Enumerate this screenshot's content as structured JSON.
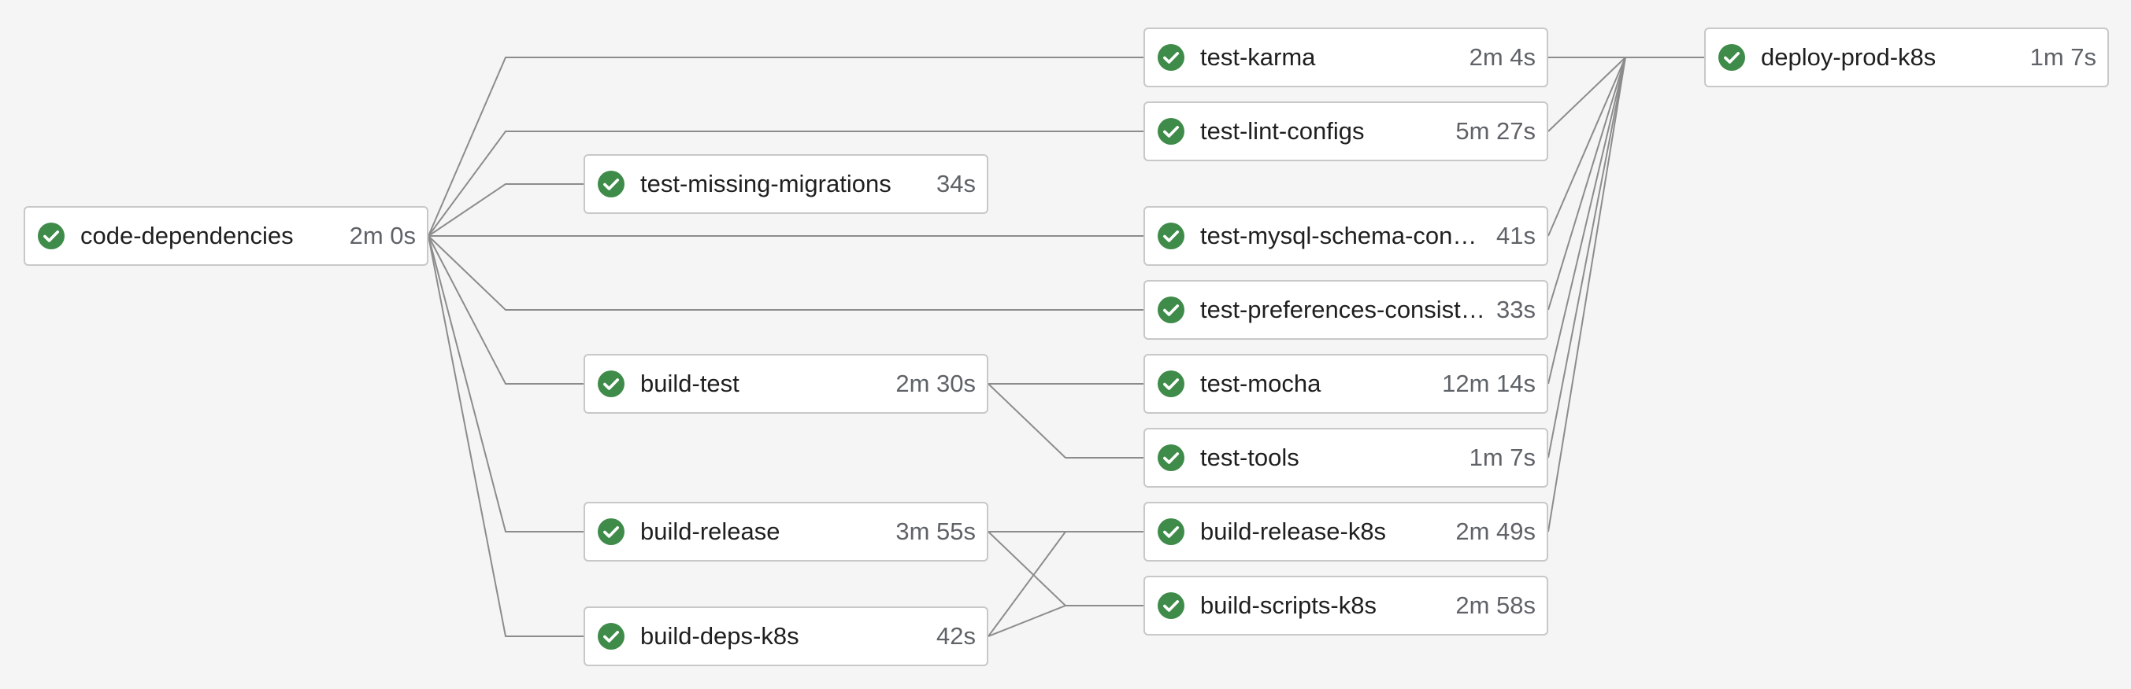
{
  "colors": {
    "success": "#3f8b4a",
    "edge": "#8c8c8c",
    "border": "#c8c8c8",
    "background": "#f5f5f5"
  },
  "status_icon": "check-circle-icon",
  "jobs": {
    "code_dependencies": {
      "name": "code-dependencies",
      "duration": "2m 0s",
      "status": "success"
    },
    "test_missing_migrations": {
      "name": "test-missing-migrations",
      "duration": "34s",
      "status": "success"
    },
    "build_test": {
      "name": "build-test",
      "duration": "2m 30s",
      "status": "success"
    },
    "build_release": {
      "name": "build-release",
      "duration": "3m 55s",
      "status": "success"
    },
    "build_deps_k8s": {
      "name": "build-deps-k8s",
      "duration": "42s",
      "status": "success"
    },
    "test_karma": {
      "name": "test-karma",
      "duration": "2m 4s",
      "status": "success"
    },
    "test_lint_configs": {
      "name": "test-lint-configs",
      "duration": "5m 27s",
      "status": "success"
    },
    "test_mysql_schema": {
      "name": "test-mysql-schema-consi…",
      "duration": "41s",
      "status": "success"
    },
    "test_preferences": {
      "name": "test-preferences-consiste…",
      "duration": "33s",
      "status": "success"
    },
    "test_mocha": {
      "name": "test-mocha",
      "duration": "12m 14s",
      "status": "success"
    },
    "test_tools": {
      "name": "test-tools",
      "duration": "1m 7s",
      "status": "success"
    },
    "build_release_k8s": {
      "name": "build-release-k8s",
      "duration": "2m 49s",
      "status": "success"
    },
    "build_scripts_k8s": {
      "name": "build-scripts-k8s",
      "duration": "2m 58s",
      "status": "success"
    },
    "deploy_prod_k8s": {
      "name": "deploy-prod-k8s",
      "duration": "1m 7s",
      "status": "success"
    }
  },
  "dependencies": [
    [
      "code_dependencies",
      "test_karma"
    ],
    [
      "code_dependencies",
      "test_lint_configs"
    ],
    [
      "code_dependencies",
      "test_missing_migrations"
    ],
    [
      "code_dependencies",
      "test_mysql_schema"
    ],
    [
      "code_dependencies",
      "test_preferences"
    ],
    [
      "code_dependencies",
      "build_test"
    ],
    [
      "code_dependencies",
      "build_release"
    ],
    [
      "code_dependencies",
      "build_deps_k8s"
    ],
    [
      "build_test",
      "test_mocha"
    ],
    [
      "build_test",
      "test_tools"
    ],
    [
      "build_release",
      "build_release_k8s"
    ],
    [
      "build_release",
      "build_scripts_k8s"
    ],
    [
      "build_deps_k8s",
      "build_release_k8s"
    ],
    [
      "build_deps_k8s",
      "build_scripts_k8s"
    ],
    [
      "test_karma",
      "deploy_prod_k8s"
    ],
    [
      "test_lint_configs",
      "deploy_prod_k8s"
    ],
    [
      "test_mysql_schema",
      "deploy_prod_k8s"
    ],
    [
      "test_preferences",
      "deploy_prod_k8s"
    ],
    [
      "test_mocha",
      "deploy_prod_k8s"
    ],
    [
      "test_tools",
      "deploy_prod_k8s"
    ],
    [
      "build_release_k8s",
      "deploy_prod_k8s"
    ]
  ]
}
